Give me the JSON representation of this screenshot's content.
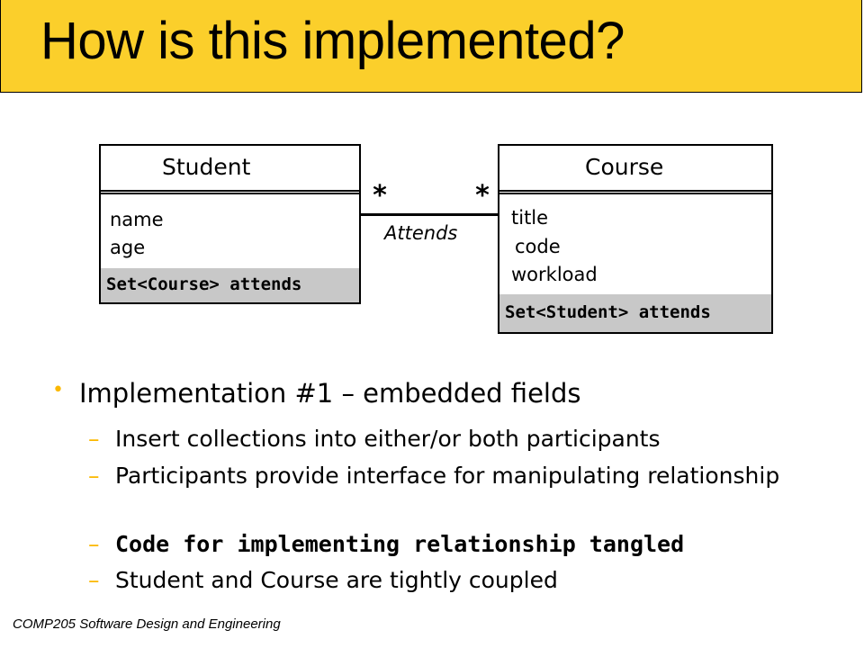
{
  "slide": {
    "title": "How is this implemented?",
    "footer": "COMP205 Software Design and Engineering"
  },
  "diagram": {
    "student": {
      "name": "Student",
      "attributes": [
        "name",
        "age"
      ],
      "collection": "Set<Course> attends"
    },
    "course": {
      "name": "Course",
      "attributes": [
        "title",
        "code",
        "workload"
      ],
      "collection": "Set<Student> attends"
    },
    "association": {
      "label": "Attends",
      "left_multiplicity": "*",
      "right_multiplicity": "*"
    }
  },
  "bullets": {
    "main": "Implementation #1 – embedded fields",
    "sub": [
      "Insert collections into either/or both participants",
      "Participants provide interface for manipulating relationship",
      "Code for implementing relationship tangled",
      "Student and Course are tightly coupled"
    ],
    "dash_char": "–",
    "dot_char": "•"
  }
}
